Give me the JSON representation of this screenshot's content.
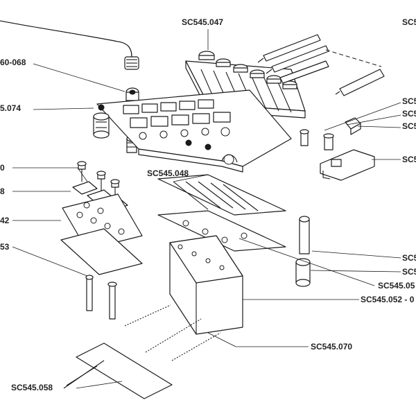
{
  "labels": {
    "sc545_047": "SC545.047",
    "sc545_top_right": "SC5",
    "p60_068": "60-068",
    "p5_074": "5.074",
    "sc5_r1": "SC5",
    "sc5_r2": "SC5",
    "sc5_r3": "SC5",
    "sc5_r4": "SC5",
    "sc545_048": "SC545.048",
    "left_0": "0",
    "left_8": "8",
    "left_42": "42",
    "left_53": "53",
    "sc5_r5": "SC5",
    "sc5_r6": "SC5",
    "sc545_05": "SC545.05",
    "sc545_052": "SC545.052 - 0",
    "sc545_070": "SC545.070",
    "sc545_058": "SC545.058"
  },
  "colors": {
    "ink": "#1a1a1a",
    "text": "#222222",
    "paper": "#ffffff"
  }
}
